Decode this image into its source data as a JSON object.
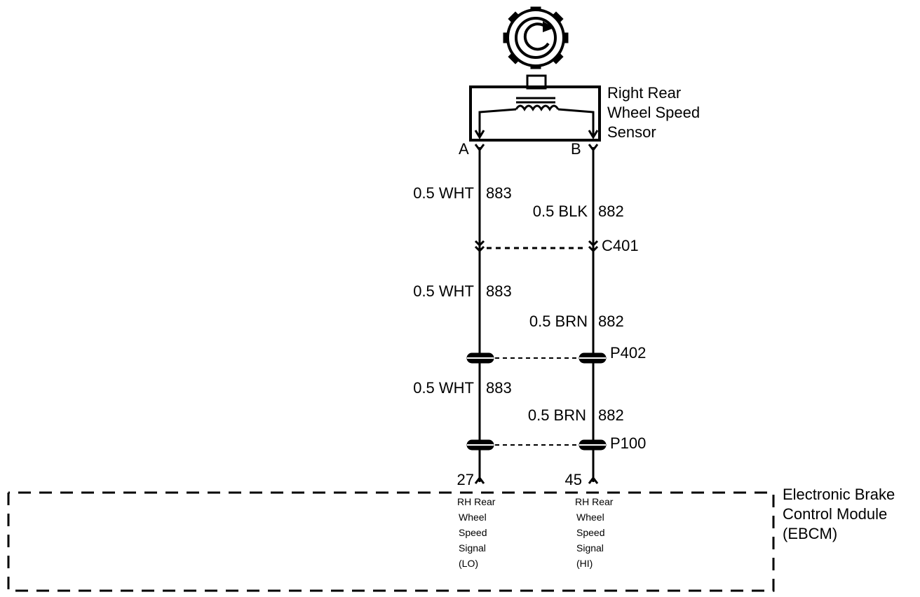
{
  "sensor": {
    "name_lines": [
      "Right Rear",
      "Wheel Speed",
      "Sensor"
    ],
    "terminal_a": "A",
    "terminal_b": "B"
  },
  "wires": {
    "a_seg1": "0.5 WHT",
    "a_seg1_circuit": "883",
    "a_seg2": "0.5 WHT",
    "a_seg2_circuit": "883",
    "a_seg3": "0.5 WHT",
    "a_seg3_circuit": "883",
    "b_seg1": "0.5 BLK",
    "b_seg1_circuit": "882",
    "b_seg2": "0.5 BRN",
    "b_seg2_circuit": "882",
    "b_seg3": "0.5 BRN",
    "b_seg3_circuit": "882"
  },
  "connectors": {
    "c1": "C401",
    "c2": "P402",
    "c3": "P100"
  },
  "module": {
    "name_lines": [
      "Electronic Brake",
      "Control Module",
      "(EBCM)"
    ],
    "pin_lo": "27",
    "pin_hi": "45",
    "signal_lo": [
      "RH Rear",
      "Wheel",
      "Speed",
      "Signal",
      "(LO)"
    ],
    "signal_hi": [
      "RH Rear",
      "Wheel",
      "Speed",
      "Signal",
      "(HI)"
    ]
  }
}
